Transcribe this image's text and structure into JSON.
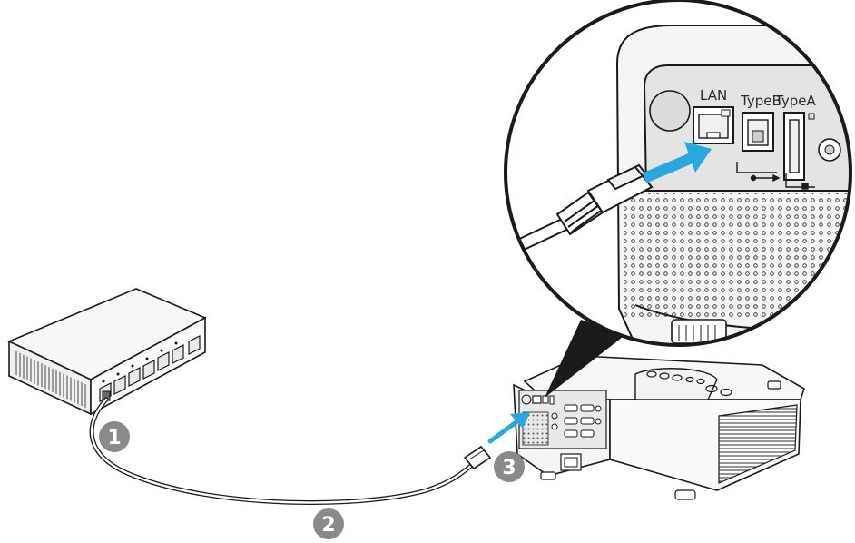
{
  "port_labels": {
    "lan": "LAN",
    "type_b": "TypeB",
    "type_a": "TypeA"
  },
  "steps": [
    {
      "number": "1",
      "target": "network hub"
    },
    {
      "number": "2",
      "target": "LAN cable"
    },
    {
      "number": "3",
      "target": "projector LAN port"
    }
  ],
  "colors": {
    "step_badge": "#8a8a8a",
    "arrow": "#29a8e0",
    "outline": "#1a1a1a",
    "device_fill": "#f4f4f4"
  }
}
